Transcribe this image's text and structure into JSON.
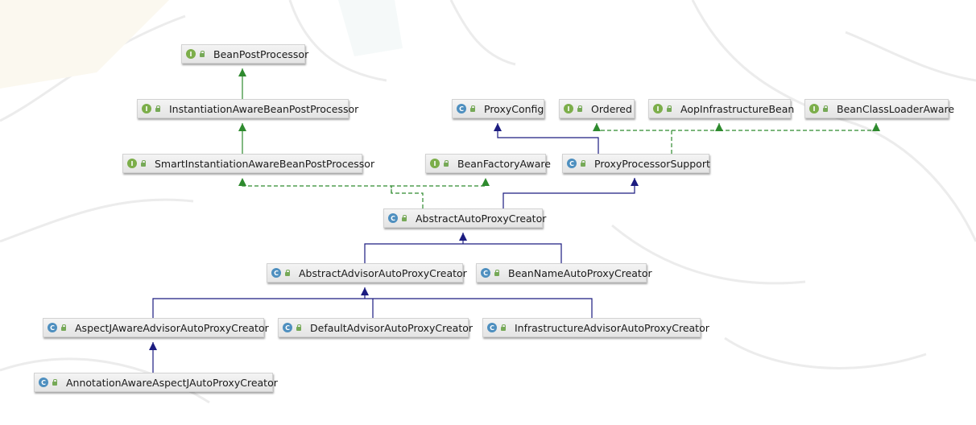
{
  "diagram": {
    "colors": {
      "interface_arrow": "#2e8a2e",
      "class_arrow": "#1c1c80",
      "interface_badge": "#7cae4a",
      "class_badge": "#4e8fbf"
    },
    "badges": {
      "interface": "I",
      "class": "C"
    },
    "nodes": [
      {
        "id": "bpp",
        "label": "BeanPostProcessor",
        "kind": "interface"
      },
      {
        "id": "iabpp",
        "label": "InstantiationAwareBeanPostProcessor",
        "kind": "interface"
      },
      {
        "id": "siabpp",
        "label": "SmartInstantiationAwareBeanPostProcessor",
        "kind": "interface"
      },
      {
        "id": "bfa",
        "label": "BeanFactoryAware",
        "kind": "interface"
      },
      {
        "id": "pc",
        "label": "ProxyConfig",
        "kind": "class"
      },
      {
        "id": "ord",
        "label": "Ordered",
        "kind": "interface"
      },
      {
        "id": "aib",
        "label": "AopInfrastructureBean",
        "kind": "interface"
      },
      {
        "id": "bcla",
        "label": "BeanClassLoaderAware",
        "kind": "interface"
      },
      {
        "id": "pps",
        "label": "ProxyProcessorSupport",
        "kind": "class"
      },
      {
        "id": "aapc",
        "label": "AbstractAutoProxyCreator",
        "kind": "class"
      },
      {
        "id": "aaapc",
        "label": "AbstractAdvisorAutoProxyCreator",
        "kind": "class"
      },
      {
        "id": "bnapc",
        "label": "BeanNameAutoProxyCreator",
        "kind": "class"
      },
      {
        "id": "ajaapc",
        "label": "AspectJAwareAdvisorAutoProxyCreator",
        "kind": "class"
      },
      {
        "id": "daapc",
        "label": "DefaultAdvisorAutoProxyCreator",
        "kind": "class"
      },
      {
        "id": "iaapc",
        "label": "InfrastructureAdvisorAutoProxyCreator",
        "kind": "class"
      },
      {
        "id": "aaajapc",
        "label": "AnnotationAwareAspectJAutoProxyCreator",
        "kind": "class"
      }
    ],
    "edges": [
      {
        "from": "iabpp",
        "to": "bpp",
        "type": "extends-interface"
      },
      {
        "from": "siabpp",
        "to": "iabpp",
        "type": "extends-interface"
      },
      {
        "from": "aapc",
        "to": "siabpp",
        "type": "implements"
      },
      {
        "from": "aapc",
        "to": "bfa",
        "type": "implements"
      },
      {
        "from": "aapc",
        "to": "pps",
        "type": "extends"
      },
      {
        "from": "pps",
        "to": "pc",
        "type": "extends"
      },
      {
        "from": "pps",
        "to": "ord",
        "type": "implements"
      },
      {
        "from": "pps",
        "to": "aib",
        "type": "implements"
      },
      {
        "from": "pps",
        "to": "bcla",
        "type": "implements"
      },
      {
        "from": "aaapc",
        "to": "aapc",
        "type": "extends"
      },
      {
        "from": "bnapc",
        "to": "aapc",
        "type": "extends"
      },
      {
        "from": "ajaapc",
        "to": "aaapc",
        "type": "extends"
      },
      {
        "from": "daapc",
        "to": "aaapc",
        "type": "extends"
      },
      {
        "from": "iaapc",
        "to": "aaapc",
        "type": "extends"
      },
      {
        "from": "aaajapc",
        "to": "ajaapc",
        "type": "extends"
      }
    ]
  }
}
